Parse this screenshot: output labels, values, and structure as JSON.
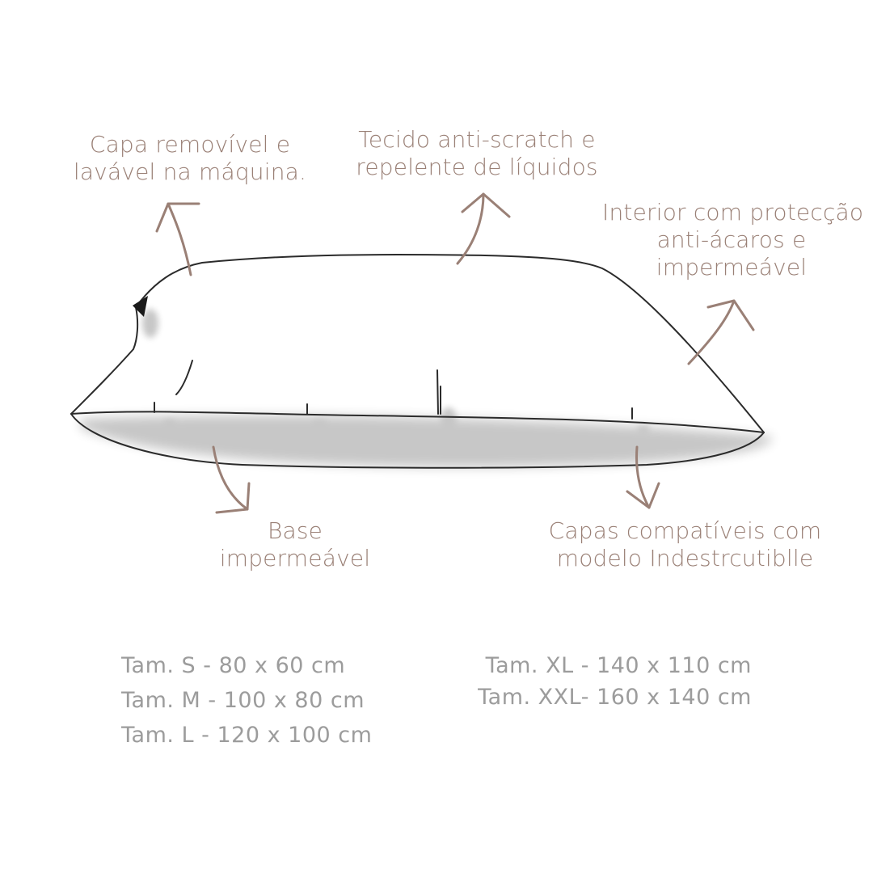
{
  "features": {
    "removable_cover": {
      "line1": "Capa removível e",
      "line2": "lavável na máquina."
    },
    "fabric": {
      "line1": "Tecido anti-scratch e",
      "line2": "repelente de líquidos"
    },
    "interior": {
      "line1": "Interior com protecção",
      "line2": "anti-ácaros e",
      "line3": "impermeável"
    },
    "base": {
      "line1": "Base",
      "line2": "impermeável"
    },
    "compatible": {
      "line1": "Capas compatíveis com",
      "line2": "modelo Indestrcutiblle"
    }
  },
  "sizes": {
    "left": [
      "Tam. S - 80 x 60 cm",
      "Tam. M - 100 x 80 cm",
      "Tam. L - 120 x 100 cm"
    ],
    "right": [
      "Tam. XL - 140 x 110 cm",
      "Tam. XXL- 160 x 140 cm"
    ]
  },
  "colors": {
    "label_text": "#9a8076",
    "arrow": "#9a8076",
    "size_text": "#9c9c9c",
    "outline": "#2b2b2b"
  },
  "icons": {
    "illustration": "pet-bed-cushion-illustration"
  }
}
